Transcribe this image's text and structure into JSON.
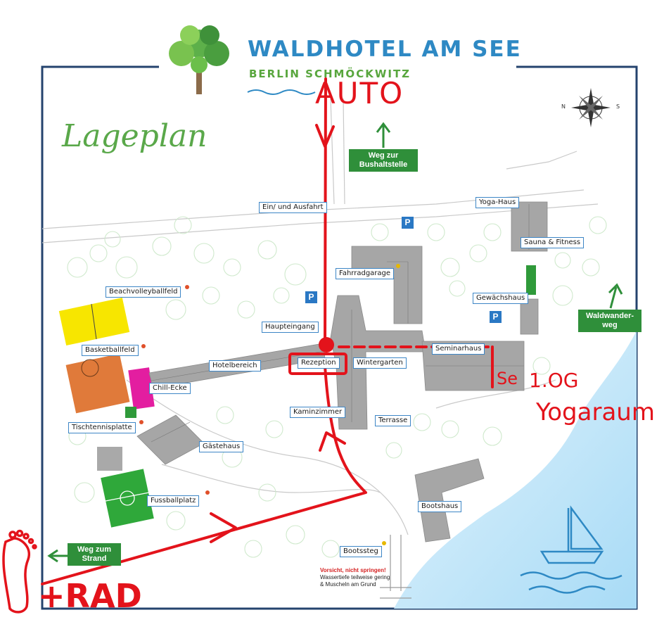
{
  "header": {
    "title": "WALDHOTEL AM SEE",
    "subtitle": "BERLIN SCHMÖCKWITZ"
  },
  "map": {
    "title": "Lageplan",
    "labels": {
      "einfahrt": "Ein/ und Ausfahrt",
      "yoga_haus": "Yoga-Haus",
      "sauna": "Sauna & Fitness",
      "fahrradgarage": "Fahrradgarage",
      "beachvolley": "Beachvolleyballfeld",
      "gewaechshaus": "Gewächshaus",
      "haupteingang": "Haupteingang",
      "basketball": "Basketballfeld",
      "seminarhaus": "Seminarhaus",
      "hotelbereich": "Hotelbereich",
      "rezeption": "Rezeption",
      "wintergarten": "Wintergarten",
      "chill": "Chill-Ecke",
      "kaminzimmer": "Kaminzimmer",
      "terrasse": "Terrasse",
      "tischtennis": "Tischtennisplatte",
      "gaestehaus": "Gästehaus",
      "fussball": "Fussballplatz",
      "bootshaus": "Bootshaus",
      "bootssteg": "Bootssteg"
    },
    "signs": {
      "bus_line1": "Weg zur",
      "bus_line2": "Bushaltstelle",
      "wald_line1": "Waldwander-",
      "wald_line2": "weg",
      "strand_line1": "Weg zum",
      "strand_line2": "Strand"
    },
    "parking": "P",
    "warning": {
      "title": "Vorsicht, nicht springen!",
      "line1": "Wassertiefe teilweise gering",
      "line2": "& Muscheln am Grund"
    },
    "compass": {
      "n": "N",
      "s": "S"
    }
  },
  "annotations": {
    "auto": "AUTO",
    "rad": "+RAD",
    "level": "1.OG",
    "yoga": "Yogaraum",
    "seminar_prefix": "Se"
  },
  "colors": {
    "brand_blue": "#2e89c4",
    "brand_green": "#58a63d",
    "route_red": "#e3131b",
    "sign_green": "#2f8f3a",
    "water": "#bfe3f7",
    "building": "#9e9e9e"
  },
  "icons": [
    "tree-logo-icon",
    "compass-icon",
    "sailboat-icon",
    "waves-icon",
    "footprint-icon",
    "arrow-up-icon",
    "arrow-left-icon",
    "star-icon"
  ]
}
